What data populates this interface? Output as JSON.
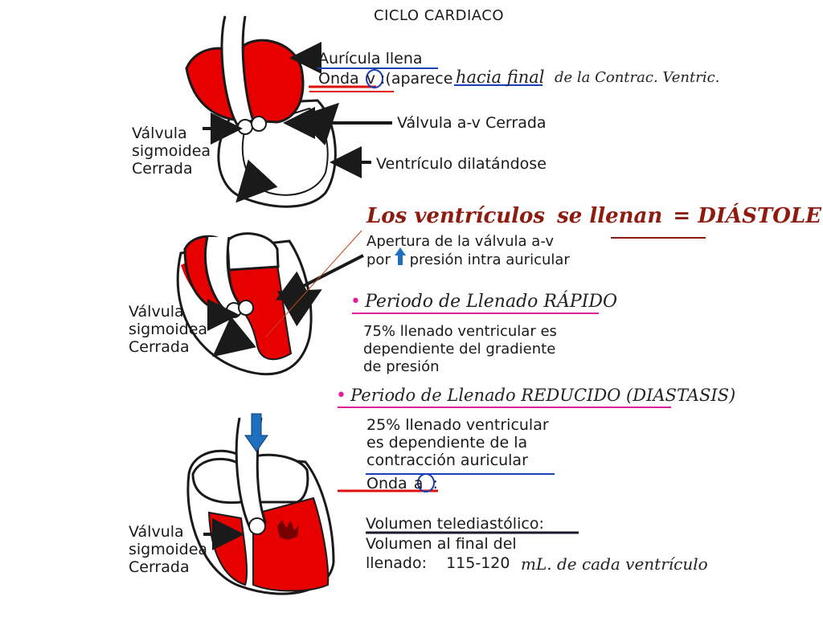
{
  "title": "CICLO CARDIACO",
  "panel1": {
    "label_atrium": "Aurícula llena",
    "label_wave_prefix": "Onda",
    "label_wave_letter": "v",
    "label_wave_suffix": ":(aparece",
    "handnote_1": "hacia final",
    "handnote_2": "de la Contrac. Ventric.",
    "label_valve_av": "Válvula a-v Cerrada",
    "label_ventricle": "Ventrículo dilatándose",
    "label_sigmoid_1": "Válvula",
    "label_sigmoid_2": "sigmoidea",
    "label_sigmoid_3": "Cerrada"
  },
  "heading": {
    "part1": "Los ventrículos",
    "part2": "se llenan",
    "part3": "= DIÁSTOLE"
  },
  "panel2": {
    "opening_1": "Apertura de la válvula a-v",
    "opening_2a": "por",
    "opening_2b": "presión intra auricular",
    "label_sigmoid_1": "Válvula",
    "label_sigmoid_2": "sigmoidea",
    "label_sigmoid_3": "Cerrada"
  },
  "rapid": {
    "bullet": "•",
    "title": "Periodo de Llenado RÁPIDO",
    "line1": "75% llenado ventricular es",
    "line2": "dependiente del gradiente",
    "line3": "de presión"
  },
  "reduced": {
    "bullet": "•",
    "title": "Periodo de Llenado REDUCIDO (DIASTASIS)",
    "line1": "25% llenado ventricular",
    "line2": "es dependiente de la",
    "line3": "contracción auricular",
    "wave_prefix": "Onda",
    "wave_letter": "a",
    "wave_suffix": ":"
  },
  "panel3": {
    "label_sigmoid_1": "Válvula",
    "label_sigmoid_2": "sigmoidea",
    "label_sigmoid_3": "Cerrada"
  },
  "volume": {
    "title": "Volumen telediastólico:",
    "line1": "Volumen al final del",
    "line2": "llenado:",
    "value": "115-120",
    "handnote": "mL. de cada ventrículo"
  },
  "colors": {
    "blood": "#e60000",
    "outline": "#1a1a1a",
    "pink_underline": "#e0209a",
    "blue_underline": "#1a3fb4",
    "red_underline": "#e01010",
    "arrow_blue": "#1f6fc0"
  }
}
